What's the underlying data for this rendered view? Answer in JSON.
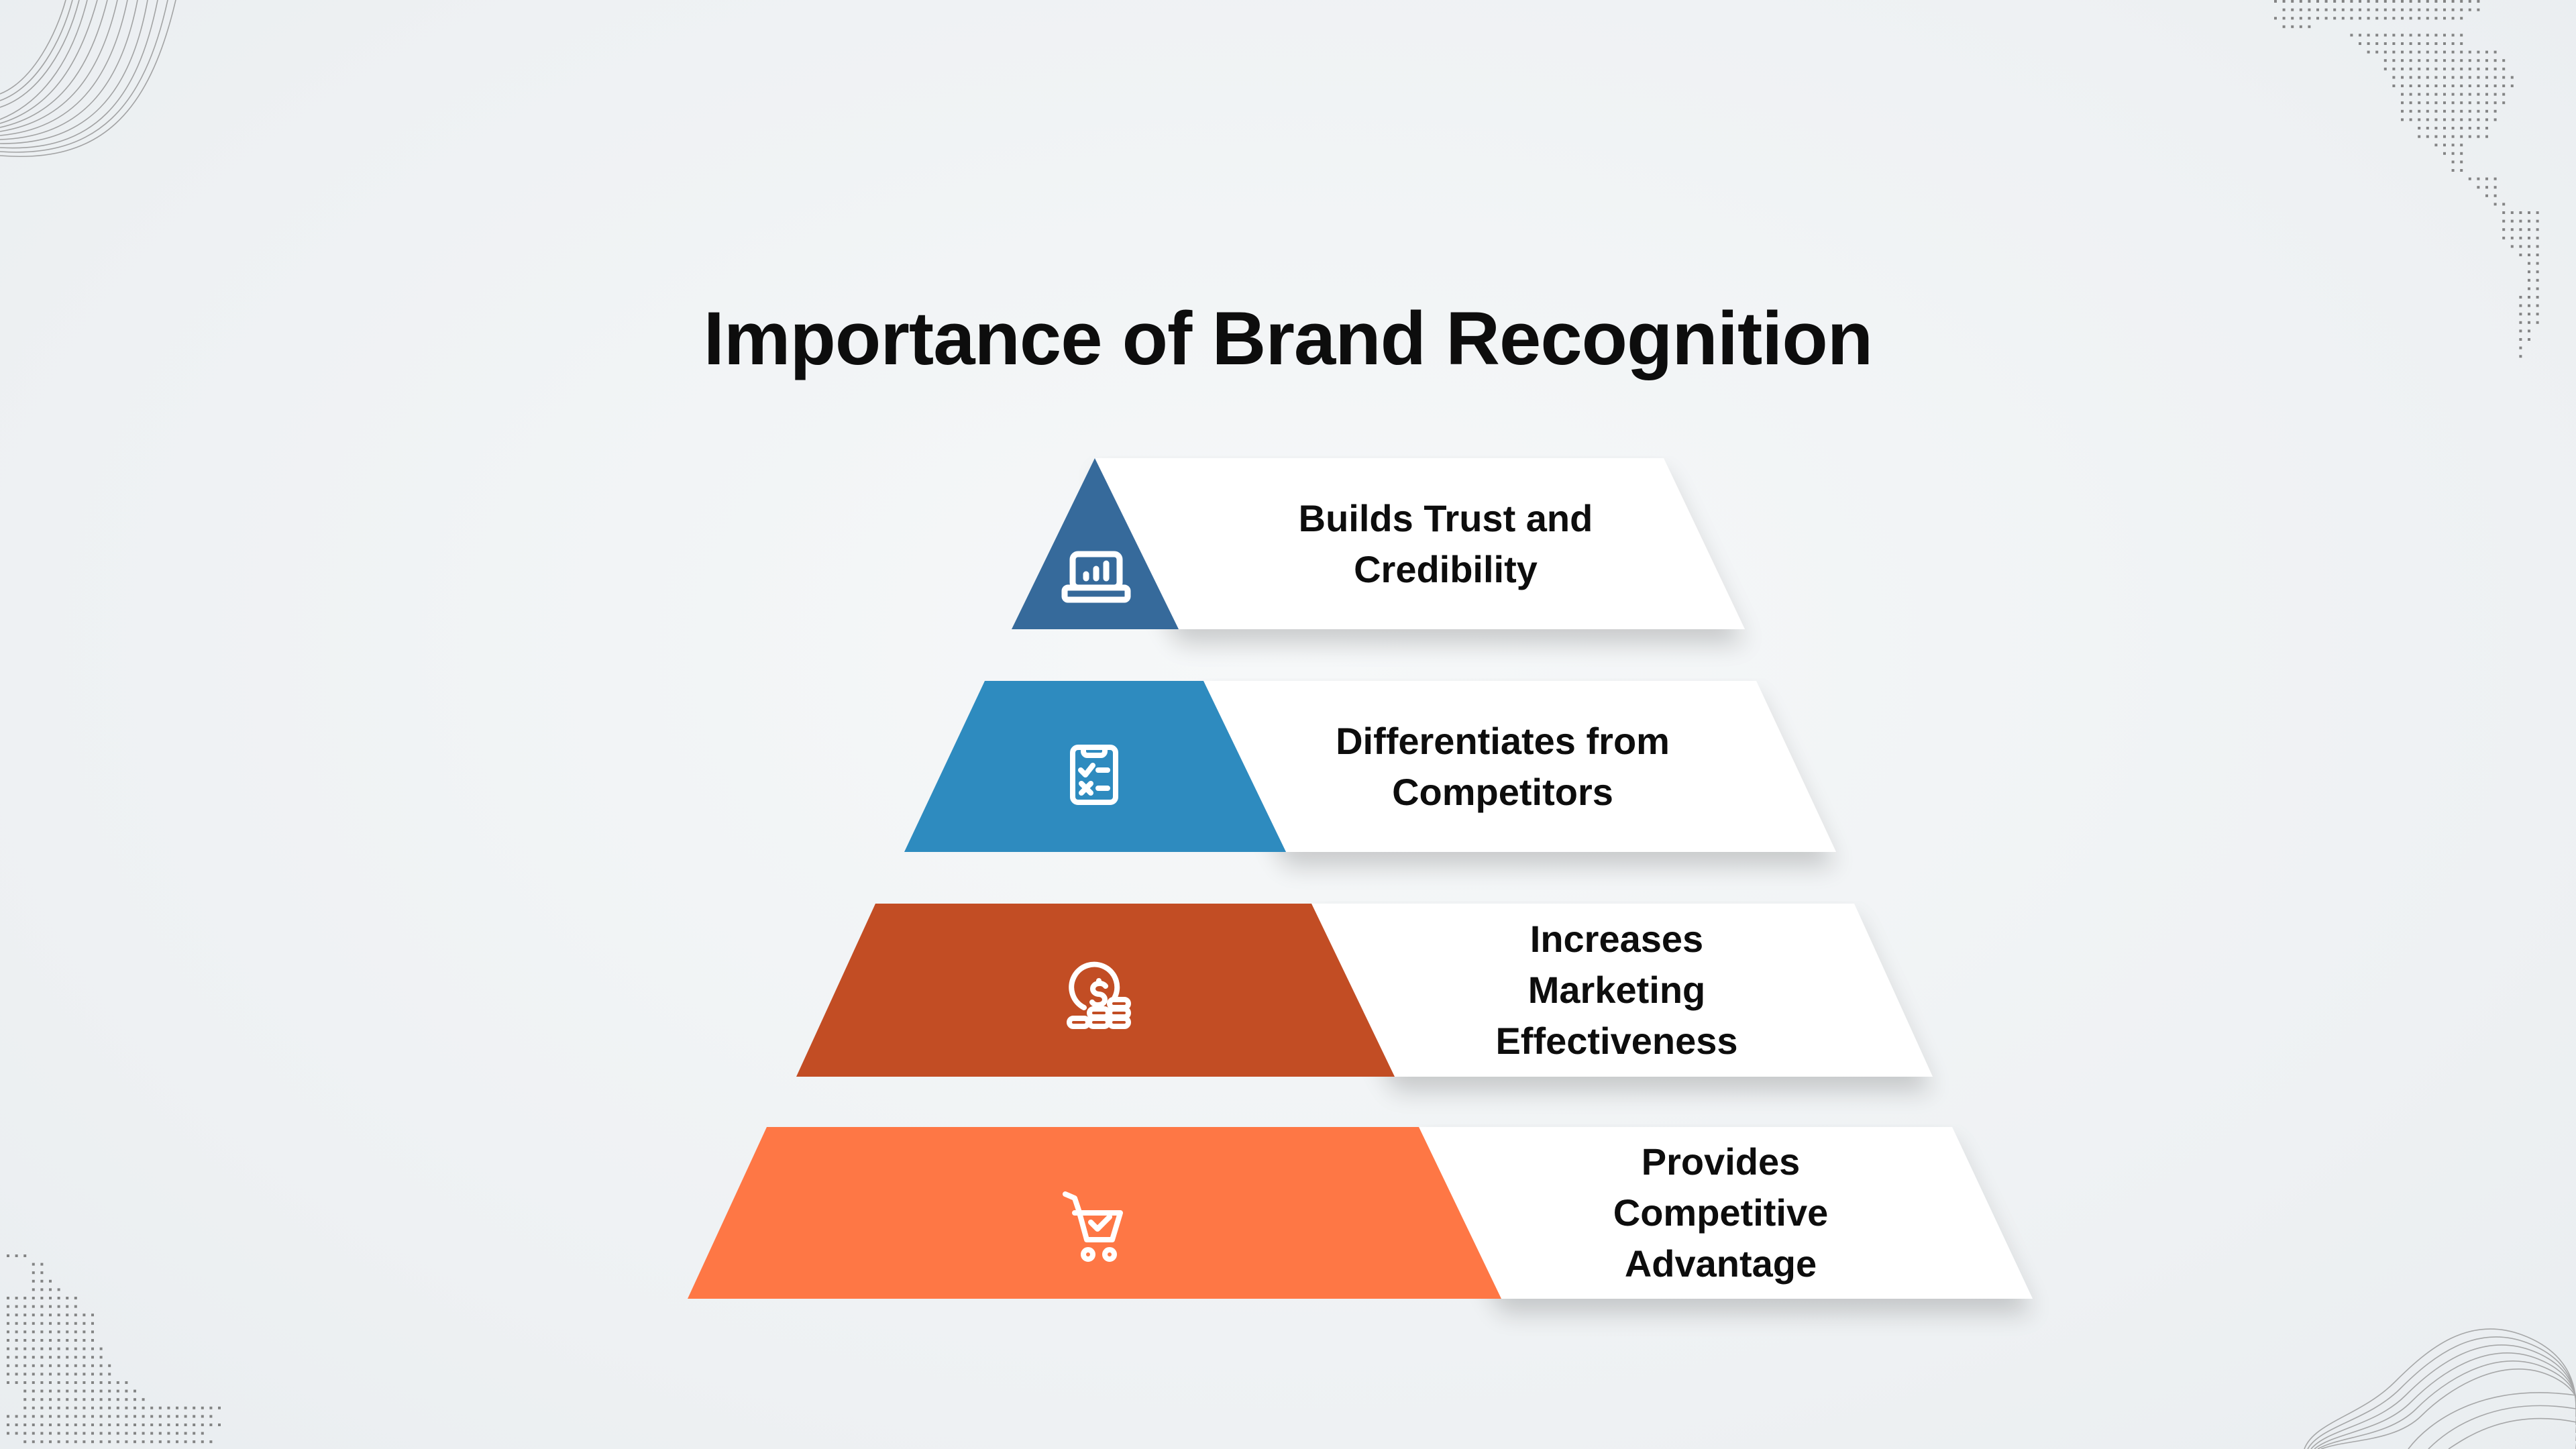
{
  "title": "Importance of Brand Recognition",
  "pyramid": {
    "levels": [
      {
        "order": 1,
        "label_lines": [
          "Builds Trust and",
          "Credibility"
        ],
        "label": "Builds Trust and Credibility",
        "icon": "laptop-chart-icon",
        "color": "#366a9b"
      },
      {
        "order": 2,
        "label_lines": [
          "Differentiates from",
          "Competitors"
        ],
        "label": "Differentiates from Competitors",
        "icon": "clipboard-checklist-icon",
        "color": "#2e8bbf"
      },
      {
        "order": 3,
        "label_lines": [
          "Increases",
          "Marketing",
          "Effectiveness"
        ],
        "label": "Increases Marketing Effectiveness",
        "icon": "dollar-coins-icon",
        "color": "#c24d24"
      },
      {
        "order": 4,
        "label_lines": [
          "Provides",
          "Competitive",
          "Advantage"
        ],
        "label": "Provides Competitive Advantage",
        "icon": "shopping-cart-check-icon",
        "color": "#fe7745"
      }
    ]
  },
  "colors": {
    "background": "#eef1f3",
    "panel": "#ffffff",
    "text": "#0d0d0d",
    "icon": "#ffffff"
  },
  "decorations": [
    "wave-lines-top-left",
    "dot-map-top-right",
    "dot-map-bottom-left",
    "wave-lines-bottom-right"
  ]
}
